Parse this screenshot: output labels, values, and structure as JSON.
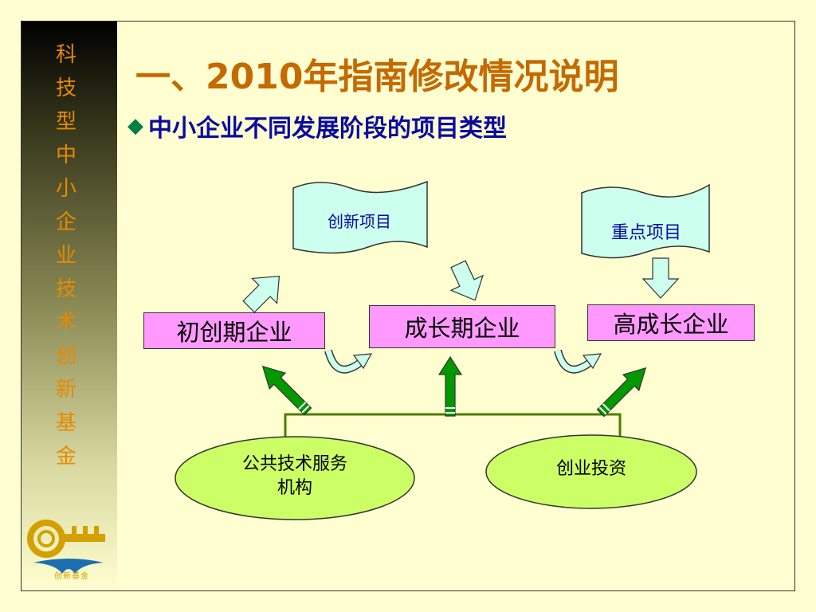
{
  "sidebar": {
    "vertical_title": [
      "科",
      "技",
      "型",
      "中",
      "小",
      "企",
      "业",
      "技",
      "术",
      "创",
      "新",
      "基",
      "金"
    ],
    "logo_text": "创新基金",
    "accent_color": "#e88a00"
  },
  "slide": {
    "title": "一、2010年指南修改情况说明",
    "subtitle_bullet": "◆",
    "subtitle": "中小企业不同发展阶段的项目类型",
    "title_color": "#c46a00",
    "subtitle_color": "#0a0aa0"
  },
  "diagram": {
    "banners": [
      {
        "id": "innovation",
        "label": "创新项目"
      },
      {
        "id": "key",
        "label": "重点项目"
      }
    ],
    "stages": [
      {
        "id": "startup",
        "label": "初创期企业"
      },
      {
        "id": "growth",
        "label": "成长期企业"
      },
      {
        "id": "high-growth",
        "label": "高成长企业"
      }
    ],
    "supporters": [
      {
        "id": "public-service",
        "label_line1": "公共技术服务",
        "label_line2": "机构"
      },
      {
        "id": "venture",
        "label_line1": "创业投资",
        "label_line2": ""
      }
    ],
    "colors": {
      "banner_fill": "#ccffee",
      "stage_fill": "#ff99ff",
      "ellipse_fill": "#ccff66",
      "green_arrow": "#009900",
      "green_line": "#4d7f00"
    }
  }
}
